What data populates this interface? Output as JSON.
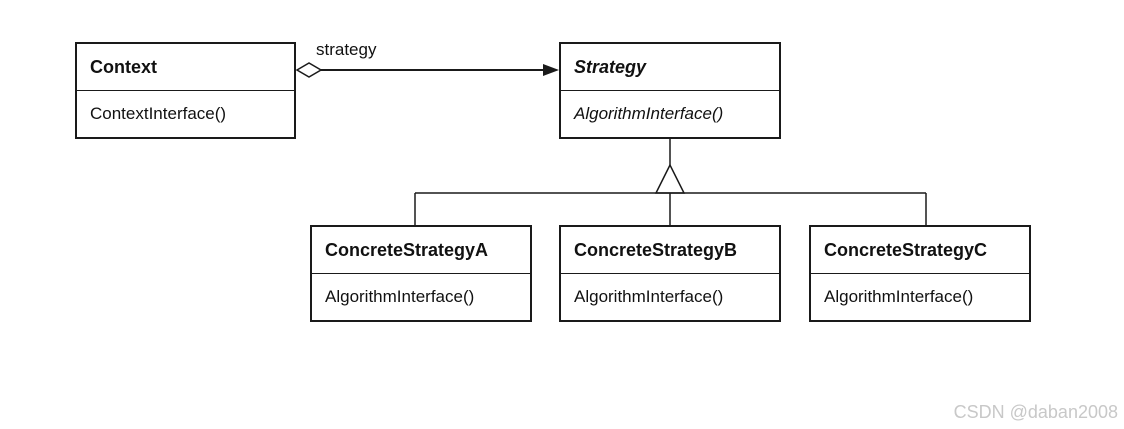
{
  "classes": {
    "context": {
      "name": "Context",
      "operation": "ContextInterface()"
    },
    "strategy": {
      "name": "Strategy",
      "operation": "AlgorithmInterface()"
    },
    "concrete_a": {
      "name": "ConcreteStrategyA",
      "operation": "AlgorithmInterface()"
    },
    "concrete_b": {
      "name": "ConcreteStrategyB",
      "operation": "AlgorithmInterface()"
    },
    "concrete_c": {
      "name": "ConcreteStrategyC",
      "operation": "AlgorithmInterface()"
    }
  },
  "association": {
    "label": "strategy"
  },
  "watermark": "CSDN @daban2008"
}
